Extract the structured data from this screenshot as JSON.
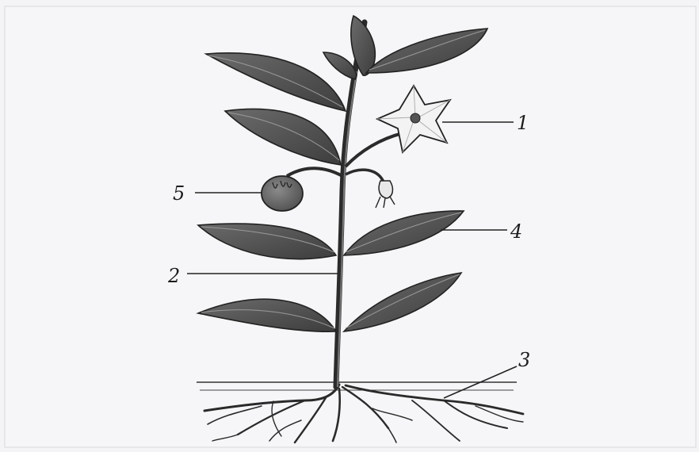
{
  "labels": [
    {
      "id": "1",
      "text": "1"
    },
    {
      "id": "2",
      "text": "2"
    },
    {
      "id": "3",
      "text": "3"
    },
    {
      "id": "4",
      "text": "4"
    },
    {
      "id": "5",
      "text": "5"
    }
  ],
  "colors": {
    "paper": "#f4f4f6",
    "ink": "#1c1c1c",
    "leaf": "#505050",
    "fruit": "#6a6a6a",
    "flower": "#f2f2f2"
  }
}
